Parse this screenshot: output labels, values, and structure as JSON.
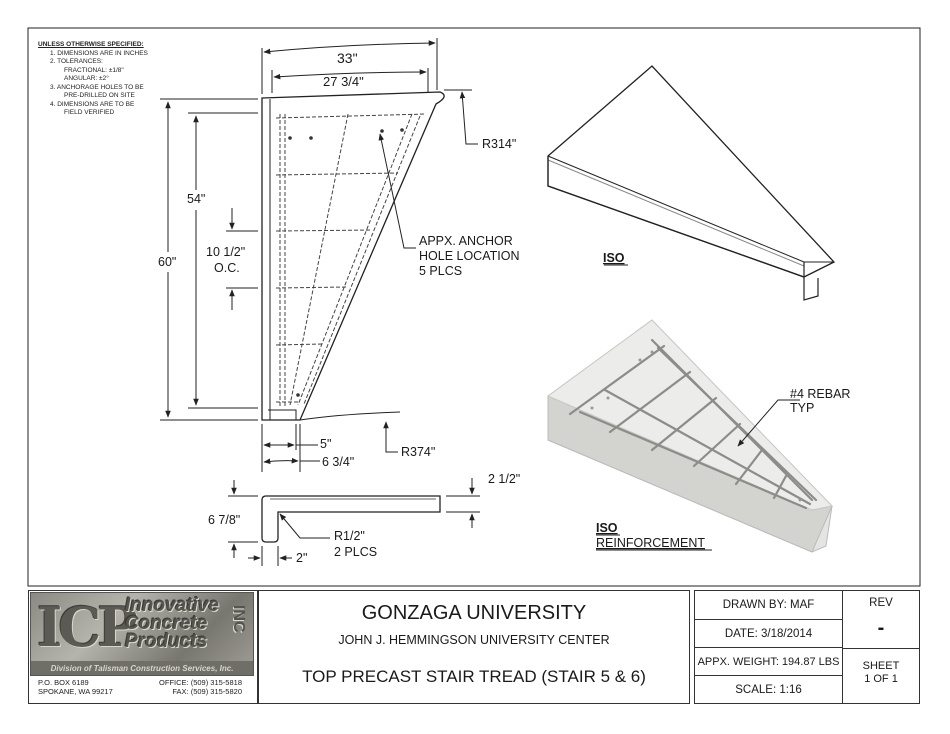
{
  "notes": {
    "header": "UNLESS OTHERWISE SPECIFIED:",
    "items": [
      "1. DIMENSIONS ARE IN INCHES",
      "2. TOLERANCES:",
      "FRACTIONAL: ±1/8\"",
      "ANGULAR: ±2°",
      "3. ANCHORAGE HOLES TO BE",
      "PRE-DRILLED ON SITE",
      "4. DIMENSIONS ARE TO BE",
      "FIELD VERIFIED"
    ]
  },
  "dims": {
    "width_33": "33\"",
    "width_27": "27 3/4\"",
    "r314": "R314\"",
    "h54": "54\"",
    "h60": "60\"",
    "oc_1": "10 1/2\"",
    "oc_2": "O.C.",
    "anchor_1": "APPX. ANCHOR",
    "anchor_2": "HOLE LOCATION",
    "anchor_3": "5 PLCS",
    "d5": "5\"",
    "d634": "6 3/4\"",
    "r374": "R374\"",
    "d212": "2 1/2\"",
    "d678": "6 7/8\"",
    "r12_1": "R1/2\"",
    "r12_2": "2 PLCS",
    "d2": "2\""
  },
  "views": {
    "iso": "ISO",
    "iso_reinf_1": "ISO",
    "iso_reinf_2": "REINFORCEMENT",
    "rebar_1": "#4 REBAR",
    "rebar_2": "TYP"
  },
  "title_block": {
    "company_icp": "ICP",
    "company_name": [
      "Innovative",
      "Concrete",
      "Products"
    ],
    "company_inc": "INC",
    "division": "Division of Talisman Construction Services, Inc.",
    "po_box": "P.O. BOX 6189",
    "city": "SPOKANE, WA 99217",
    "office": "OFFICE: (509) 315-5818",
    "fax": "FAX: (509) 315-5820",
    "client": "GONZAGA UNIVERSITY",
    "project": "JOHN J. HEMMINGSON UNIVERSITY CENTER",
    "part": "TOP PRECAST STAIR TREAD (STAIR 5 & 6)",
    "drawn_by": "DRAWN BY: MAF",
    "date": "DATE: 3/18/2014",
    "weight": "APPX. WEIGHT: 194.87 LBS",
    "scale": "SCALE: 1:16",
    "rev_label": "REV",
    "rev_value": "-",
    "sheet_1": "SHEET",
    "sheet_2": "1 OF 1"
  }
}
